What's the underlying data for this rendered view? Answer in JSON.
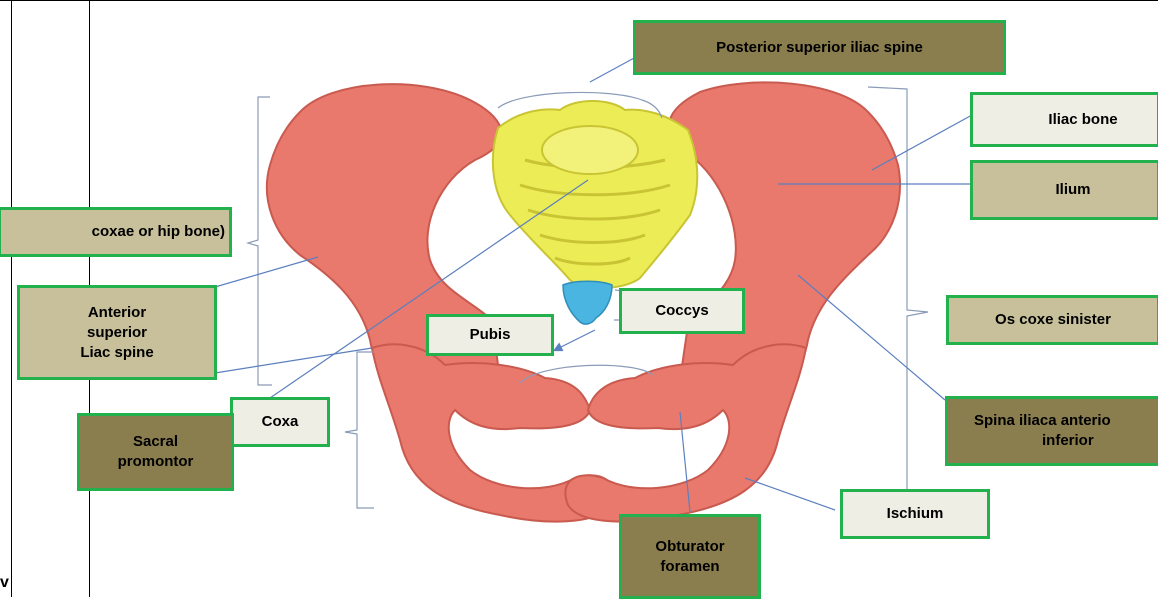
{
  "colors": {
    "bone": "#e9796c",
    "bone_shade": "#c95a4f",
    "sacrum": "#ecec56",
    "coccyx": "#49b5e0",
    "label_border": "#22b14c",
    "label_olive": "#8a7e4f",
    "label_tan": "#c7c09a",
    "label_cream": "#efeee4",
    "leader_line": "#5b7fbf"
  },
  "labels": {
    "posterior_superior_iliac_spine": "Posterior superior iliac spine",
    "iliac_bone": "Iliac bone",
    "ilium": "Ilium",
    "os_coxae": "coxae or hip bone)",
    "anterior_superior_iliac_spine": [
      "Anterior",
      "superior",
      "Liac spine"
    ],
    "coccys": "Coccys",
    "pubis": "Pubis",
    "os_coxe_sinister": "Os coxe sinister",
    "coxa": "Coxa",
    "sacral_promontor": [
      "Sacral",
      "promontor"
    ],
    "spina_iliaca_anterior_inferior": [
      "Spina iliaca anterio",
      "inferior"
    ],
    "ischium": "Ischium",
    "obturator_foramen": [
      "Obturator",
      "foramen"
    ]
  },
  "margin_glyph": "v"
}
